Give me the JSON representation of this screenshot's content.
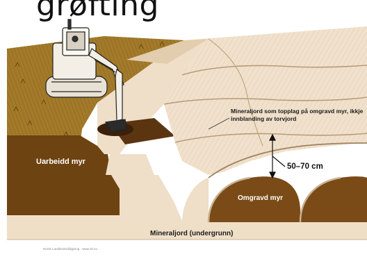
{
  "title": "grøfting",
  "labels": {
    "uarbeidd_myr": "Uarbeidd myr",
    "mineraljord_topplag": "Mineraljord som topplag på omgravd myr, ikkje innblanding av torvjord",
    "dimension": "50–70 cm",
    "omgravd_myr": "Omgravd myr",
    "mineraljord_undergrunn": "Mineraljord (undergrunn)",
    "credit": "Norsk Landbruksrådgiving · www.nlr.no"
  },
  "colors": {
    "peat": "#6e4312",
    "peat_light": "#8a5a1f",
    "mineral_soil": "#f1e1cc",
    "mineral_shade": "#e4cfb1",
    "grass": "#a27a2a",
    "trench": "#3b200b"
  }
}
